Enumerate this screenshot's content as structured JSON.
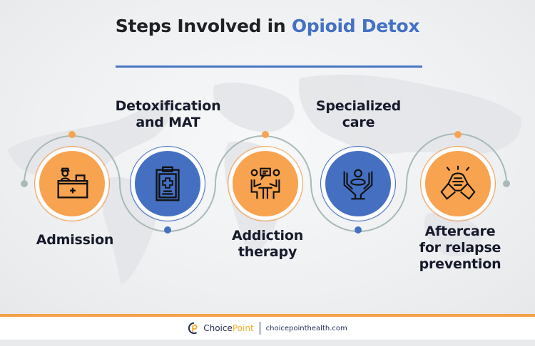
{
  "header": {
    "title_prefix": "Steps Involved in ",
    "title_accent": "Opioid Detox"
  },
  "colors": {
    "orange": "#f8a34f",
    "blue": "#4570c2",
    "wave": "#a9bab6",
    "title_accent": "#4471c4",
    "footer_bar": "#f5a04a"
  },
  "steps": [
    {
      "label": "Admission",
      "icon": "reception-desk-icon",
      "color": "orange"
    },
    {
      "label": "Detoxification and MAT",
      "line1": "Detoxification",
      "line2": "and MAT",
      "icon": "medical-clipboard-icon",
      "color": "blue"
    },
    {
      "label": "Addiction therapy",
      "line1": "Addiction",
      "line2": "therapy",
      "icon": "counseling-session-icon",
      "color": "orange"
    },
    {
      "label": "Specialized care",
      "line1": "Specialized",
      "line2": "care",
      "icon": "caring-hands-icon",
      "color": "blue"
    },
    {
      "label": "Aftercare for relapse prevention",
      "line1": "Aftercare",
      "line2": "for relapse",
      "line3": "prevention",
      "icon": "handshake-icon",
      "color": "orange"
    }
  ],
  "footer": {
    "brand_choice": "Choice",
    "brand_point": "Point",
    "website": "choicepointhealth.com"
  }
}
